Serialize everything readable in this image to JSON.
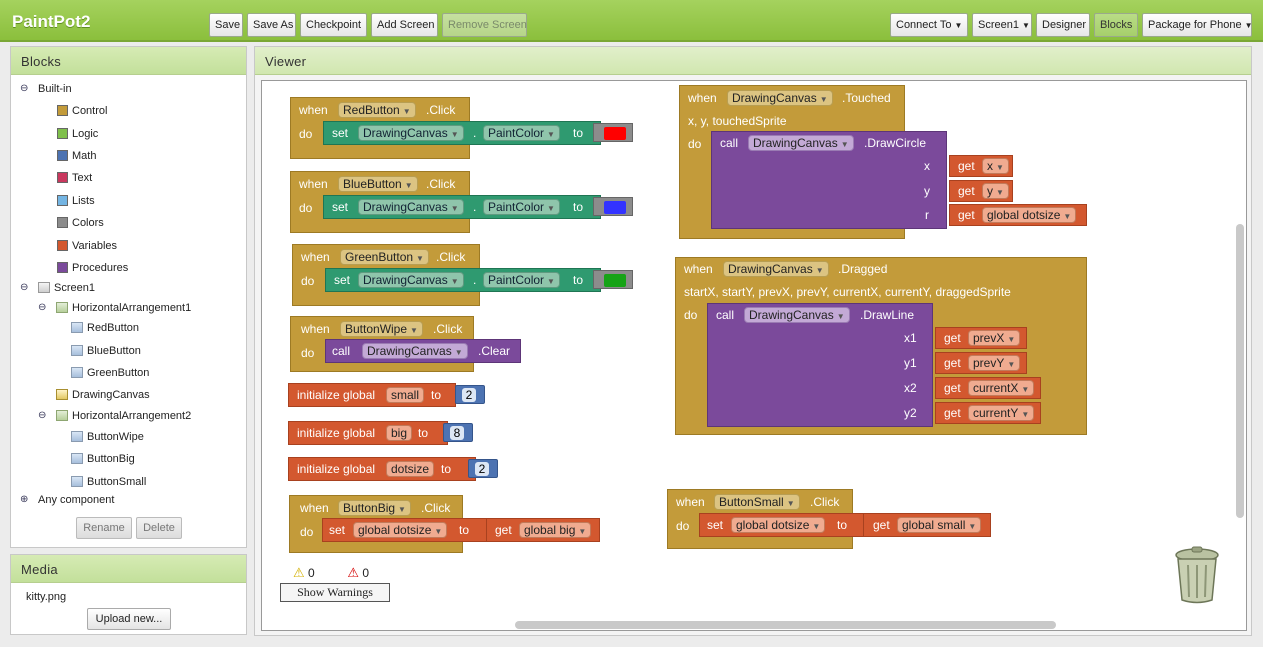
{
  "app": {
    "title": "PaintPot2"
  },
  "toolbar": {
    "save": "Save",
    "save_as": "Save As",
    "checkpoint": "Checkpoint",
    "add_screen": "Add Screen",
    "remove_screen": "Remove Screen",
    "connect_to": "Connect To",
    "screen": "Screen1",
    "designer": "Designer",
    "blocks": "Blocks",
    "package": "Package for Phone"
  },
  "blocks_panel": {
    "title": "Blocks",
    "builtin": "Built-in",
    "builtin_items": [
      {
        "label": "Control",
        "color": "#c39b3a"
      },
      {
        "label": "Logic",
        "color": "#7fbf4b"
      },
      {
        "label": "Math",
        "color": "#4d73b2"
      },
      {
        "label": "Text",
        "color": "#c9385e"
      },
      {
        "label": "Lists",
        "color": "#74b5e3"
      },
      {
        "label": "Colors",
        "color": "#8c8c8c"
      },
      {
        "label": "Variables",
        "color": "#d3582f"
      },
      {
        "label": "Procedures",
        "color": "#7b4a9b"
      }
    ],
    "screen": "Screen1",
    "harr1": "HorizontalArrangement1",
    "harr1_items": [
      "RedButton",
      "BlueButton",
      "GreenButton"
    ],
    "canvas": "DrawingCanvas",
    "harr2": "HorizontalArrangement2",
    "harr2_items": [
      "ButtonWipe",
      "ButtonBig",
      "ButtonSmall"
    ],
    "any": "Any component",
    "rename": "Rename",
    "delete": "Delete"
  },
  "media_panel": {
    "title": "Media",
    "file": "kitty.png",
    "upload": "Upload new..."
  },
  "viewer": {
    "title": "Viewer",
    "w": {
      "when": "when",
      "do": "do",
      "set": "set",
      "to": "to",
      "call": "call",
      "get": "get",
      "dot": ".",
      "canvas": "DrawingCanvas",
      "paintcolor": "PaintColor",
      "click": ".Click",
      "red": "RedButton",
      "blue": "BlueButton",
      "green": "GreenButton",
      "wipe": "ButtonWipe",
      "clear": ".Clear",
      "init": "initialize global",
      "small": "small",
      "big": "big",
      "dotsize": "dotsize",
      "n2": "2",
      "n8": "8",
      "bbig": "ButtonBig",
      "bsmall": "ButtonSmall",
      "gdotsize": "global dotsize",
      "gbig": "global big",
      "gsmall": "global small",
      "touched": ".Touched",
      "touched_params": "x,  y,  touchedSprite",
      "drawcircle": ".DrawCircle",
      "x": "x",
      "y": "y",
      "r": "r",
      "dragged": ".Dragged",
      "dragged_params": "startX,  startY,  prevX,  prevY,  currentX,  currentY,  draggedSprite",
      "drawline": ".DrawLine",
      "x1": "x1",
      "y1": "y1",
      "x2": "x2",
      "y2": "y2",
      "prevx": "prevX",
      "prevy": "prevY",
      "curx": "currentX",
      "cury": "currentY"
    },
    "colors": {
      "red": "#ff0000",
      "blue": "#3333ff",
      "green": "#16a316"
    },
    "warnings": {
      "warn_count": "0",
      "error_count": "0",
      "button": "Show Warnings"
    }
  }
}
